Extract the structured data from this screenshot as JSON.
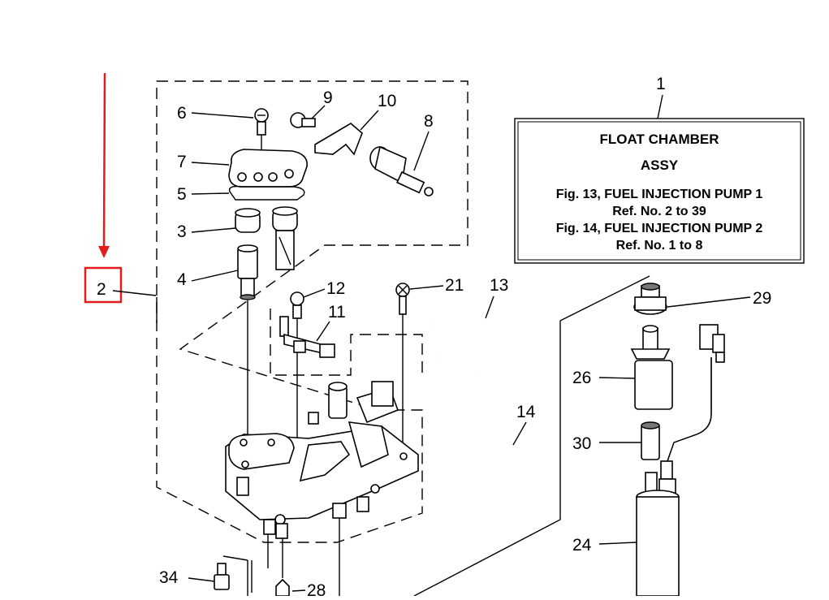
{
  "callout": {
    "label": "2",
    "color": "#e21b1b"
  },
  "caption_box": {
    "ref": "1",
    "title_line1": "FLOAT CHAMBER",
    "title_line2": "ASSY",
    "line1": "Fig. 13, FUEL INJECTION PUMP 1",
    "line2": "Ref. No. 2 to 39",
    "line3": "Fig. 14, FUEL INJECTION PUMP 2",
    "line4": "Ref. No. 1 to 8"
  },
  "part_labels": {
    "p3": "3",
    "p4": "4",
    "p5": "5",
    "p6": "6",
    "p7": "7",
    "p8": "8",
    "p9": "9",
    "p10": "10",
    "p11": "11",
    "p12": "12",
    "p13": "13",
    "p14": "14",
    "p21": "21",
    "p24": "24",
    "p26": "26",
    "p28": "28",
    "p29": "29",
    "p30": "30",
    "p34": "34"
  }
}
